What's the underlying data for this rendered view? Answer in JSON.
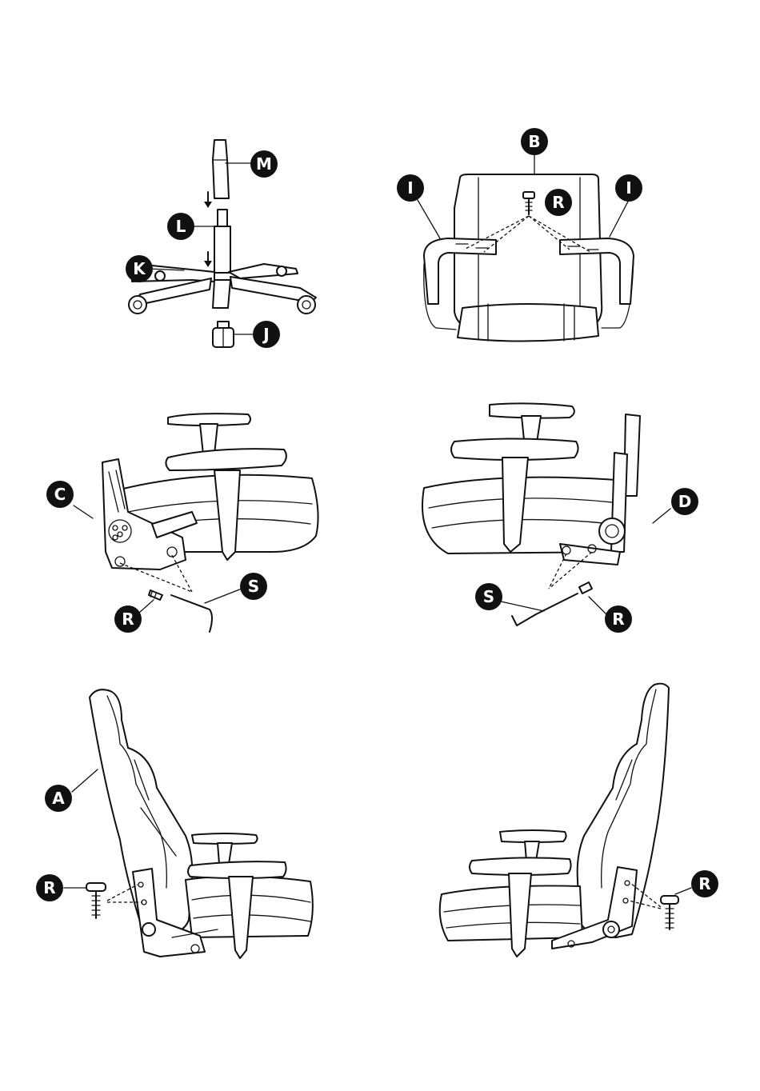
{
  "labels": {
    "A": "A",
    "B": "B",
    "C": "C",
    "D": "D",
    "I": "I",
    "J": "J",
    "K": "K",
    "L": "L",
    "M": "M",
    "R": "R",
    "S": "S"
  }
}
